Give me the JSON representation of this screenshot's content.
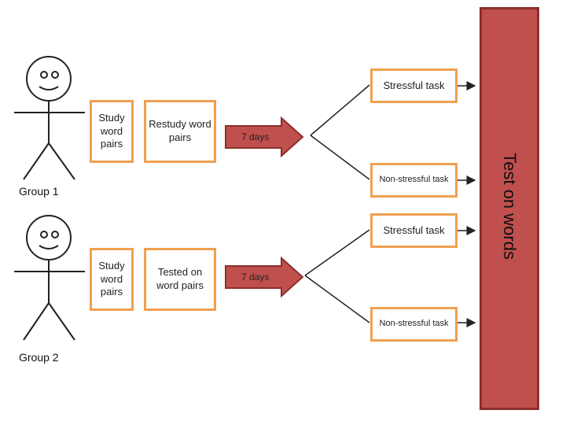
{
  "group1": {
    "label": "Group 1",
    "study_box": "Study word pairs",
    "second_box": "Restudy word pairs",
    "arrow_label": "7 days",
    "stressful_box": "Stressful task",
    "nonstressful_box": "Non-stressful task"
  },
  "group2": {
    "label": "Group 2",
    "study_box": "Study word pairs",
    "second_box": "Tested on word pairs",
    "arrow_label": "7 days",
    "stressful_box": "Stressful task",
    "nonstressful_box": "Non-stressful task"
  },
  "test_bar": {
    "label": "Test on words"
  },
  "colors": {
    "box_border": "#f0a050",
    "arrow_fill": "#c0504d",
    "test_bar_fill": "#c0504d"
  }
}
